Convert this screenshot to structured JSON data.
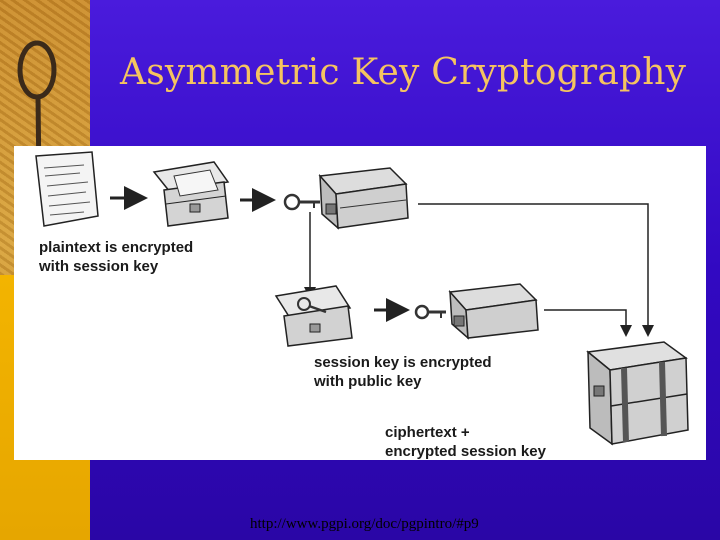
{
  "slide": {
    "title": "Asymmetric Key Cryptography",
    "source_url": "http://www.pgpi.org/doc/pgpintro/#p9"
  },
  "diagram": {
    "labels": {
      "plaintext": [
        "plaintext is encrypted",
        "with session key"
      ],
      "session_key": [
        "session key is encrypted",
        "with public key"
      ],
      "ciphertext": [
        "ciphertext +",
        "encrypted session key"
      ]
    },
    "icons": [
      "document-icon",
      "open-chest-icon",
      "key-icon",
      "locked-chest-icon",
      "stacked-chests-icon"
    ]
  },
  "colors": {
    "background": "#3a10c8",
    "title": "#f5c460",
    "side_strip": "#d7a23c"
  }
}
